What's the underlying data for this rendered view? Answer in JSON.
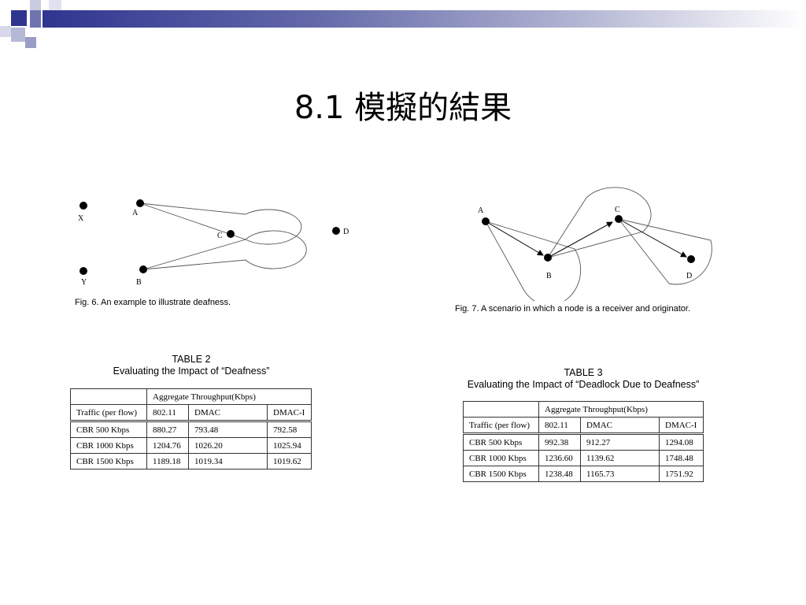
{
  "slide": {
    "title": "8.1 模擬的結果"
  },
  "figure6": {
    "caption": "Fig. 6. An example to illustrate deafness.",
    "nodes": {
      "x": "X",
      "a": "A",
      "c": "C",
      "d": "D",
      "y": "Y",
      "b": "B"
    }
  },
  "figure7": {
    "caption": "Fig. 7. A scenario in which a node is a receiver and originator.",
    "nodes": {
      "a": "A",
      "c": "C",
      "b": "B",
      "d": "D"
    }
  },
  "table2": {
    "label": "TABLE 2",
    "title": "Evaluating the Impact of “Deafness”",
    "group_header": "Aggregate Throughput(Kbps)",
    "columns": [
      "Traffic (per flow)",
      "802.11",
      "DMAC",
      "DMAC-I"
    ],
    "rows": [
      [
        "CBR 500 Kbps",
        "880.27",
        "793.48",
        "792.58"
      ],
      [
        "CBR 1000 Kbps",
        "1204.76",
        "1026.20",
        "1025.94"
      ],
      [
        "CBR 1500 Kbps",
        "1189.18",
        "1019.34",
        "1019.62"
      ]
    ]
  },
  "table3": {
    "label": "TABLE 3",
    "title": "Evaluating the Impact of “Deadlock Due to Deafness”",
    "group_header": "Aggregate Throughput(Kbps)",
    "columns": [
      "Traffic (per flow)",
      "802.11",
      "DMAC",
      "DMAC-I"
    ],
    "rows": [
      [
        "CBR 500 Kbps",
        "992.38",
        "912.27",
        "1294.08"
      ],
      [
        "CBR 1000 Kbps",
        "1236.60",
        "1139.62",
        "1748.48"
      ],
      [
        "CBR 1500 Kbps",
        "1238.48",
        "1165.73",
        "1751.92"
      ]
    ]
  }
}
